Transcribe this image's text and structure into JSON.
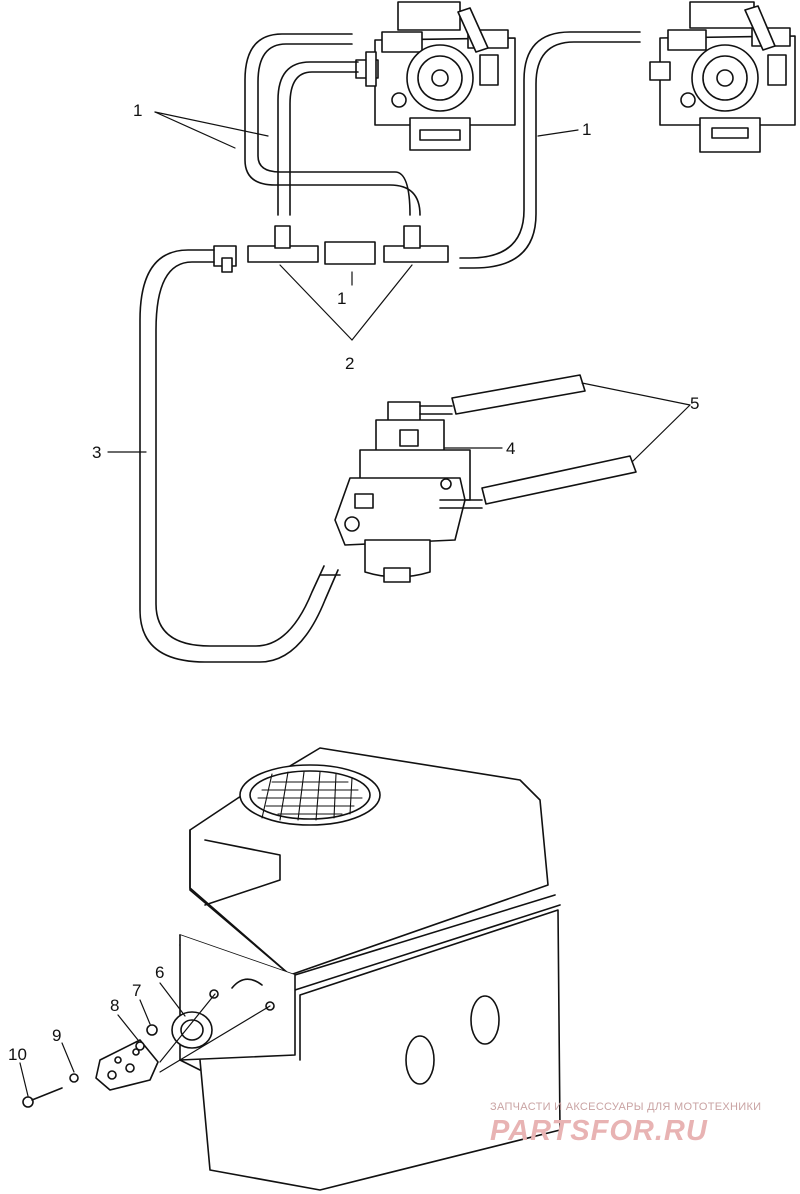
{
  "callouts": {
    "c1_top_left": "1",
    "c1_right": "1",
    "c1_center": "1",
    "c2": "2",
    "c3": "3",
    "c4": "4",
    "c5": "5",
    "c6": "6",
    "c7": "7",
    "c8": "8",
    "c9": "9",
    "c10": "10"
  },
  "watermark": {
    "tagline": "ЗАПЧАСТИ И АКСЕССУАРЫ ДЛЯ МОТОТЕХНИКИ",
    "logo": "PARTSFOR.RU"
  }
}
